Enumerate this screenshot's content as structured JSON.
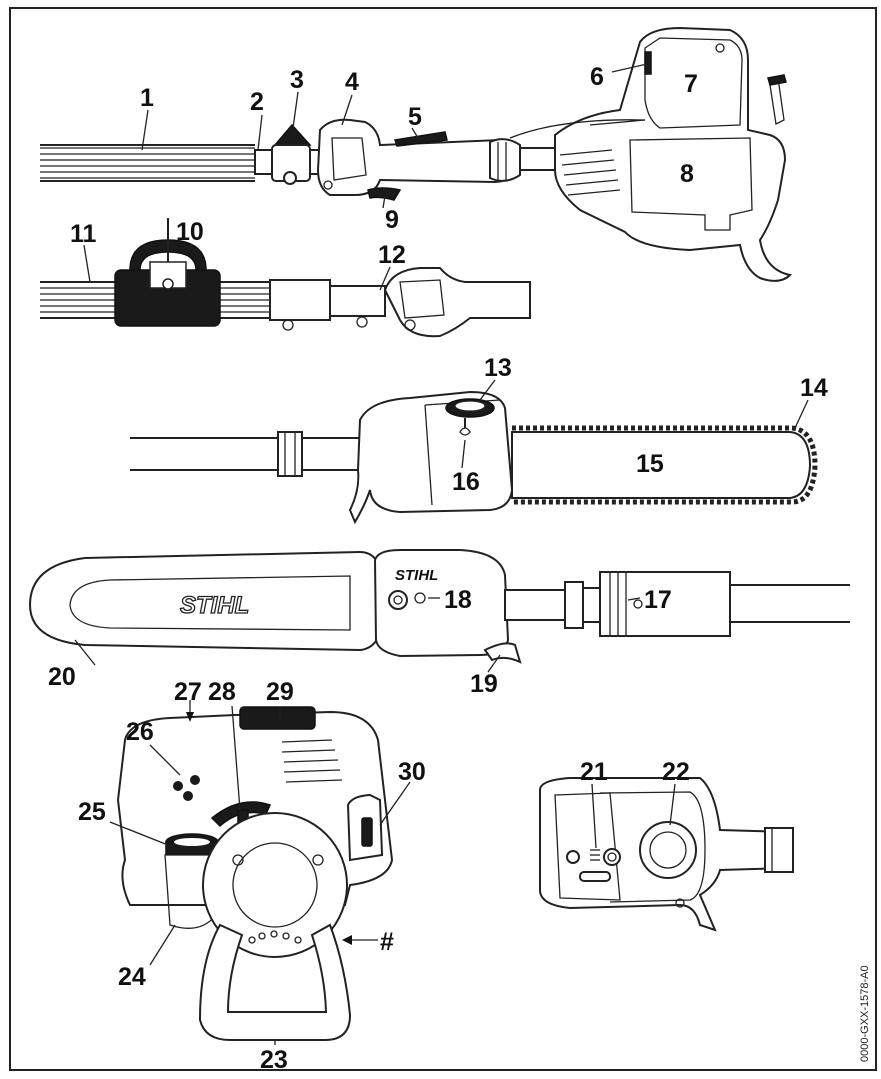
{
  "figure": {
    "reference_code": "0000-GXX-1578-A0",
    "callouts": [
      "1",
      "2",
      "3",
      "4",
      "5",
      "6",
      "7",
      "8",
      "9",
      "10",
      "11",
      "12",
      "13",
      "14",
      "15",
      "16",
      "17",
      "18",
      "19",
      "20",
      "21",
      "22",
      "23",
      "24",
      "25",
      "26",
      "27",
      "28",
      "29",
      "30",
      "#"
    ],
    "brand_marks": {
      "scabbard": "STIHL",
      "gearbox": "STIHL"
    }
  },
  "colors": {
    "line": "#222222",
    "fill_dark": "#1a1a1a",
    "background": "#ffffff"
  }
}
